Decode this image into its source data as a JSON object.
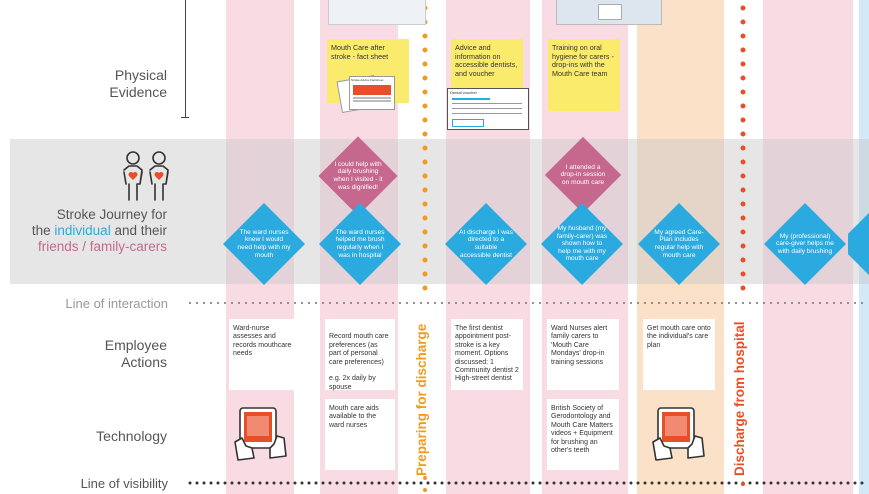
{
  "colors": {
    "pink_column": "#f9dbe4",
    "orange_column": "#fbe1c8",
    "blue_column": "#d3e9f7",
    "grey_band": "#e6e6e6",
    "sticky": "#fbeb6c",
    "diamond_blue": "#2aaadf",
    "diamond_pink": "#c6688d",
    "label_text": "#555555",
    "accent_blue": "#2aaadf",
    "accent_pink": "#c6688d",
    "orange_line": "#f29a1f",
    "red_line": "#e84e27"
  },
  "row_labels": {
    "physical_evidence": "Physical Evidence",
    "stroke_journey_line1": "Stroke Journey for",
    "stroke_journey_the": "the ",
    "stroke_journey_individual": "individual",
    "stroke_journey_and": " and their",
    "stroke_journey_friends": "friends / family-carers",
    "line_of_interaction": "Line of interaction",
    "employee_actions": "Employee Actions",
    "technology": "Technology",
    "line_of_visibility": "Line of visibility"
  },
  "icons": {
    "people": "two-people-with-hearts-icon",
    "tablet": "hand-holding-tablet-icon",
    "fact_sheet": "fact-sheet-documents-icon",
    "voucher": "dental-voucher-icon"
  },
  "physical_evidence": [
    "Mouth Care after stroke - fact sheet",
    "Advice and information on accessible dentists, and voucher",
    "Training on oral hygiene for carers - drop-ins with the Mouth Care team"
  ],
  "pink_diamonds": [
    "I could help with daily brushing when I visited - it was dignified!",
    "I attended a drop-in session on mouth care"
  ],
  "blue_diamonds": [
    "The ward nurses knew I would need help with my mouth",
    "The ward nurses helped me brush regularly when I was in hospital",
    "At discharge I was directed to a suitable accessible dentist",
    "My husband (my family-carer) was shown how to help me with my mouth care",
    "My agreed Care-Plan includes regular help with mouth care",
    "My (professional) care-giver helps me with daily brushing"
  ],
  "employee_actions": [
    "Ward-nurse assesses and records mouthcare needs",
    "Record mouth care preferences (as part of personal care preferences)\n\ne.g. 2x daily by spouse",
    "The first dentist appointment post-stroke is a key moment. Options discussed: 1 Community dentist 2 High-street dentist",
    "Ward Nurses alert family carers to 'Mouth Care Mondays' drop-in training sessions",
    "Get mouth care onto the individual's care plan"
  ],
  "technology": [
    "Mouth care aids available to the ward nurses",
    "British Society of Gerodontology and Mouth Care Matters videos + Equipment for brushing an other's teeth"
  ],
  "phase_labels": {
    "preparing": "Preparing for discharge",
    "discharge": "Discharge from hospital"
  },
  "fact_sheet_title": "Stroke Advice Factsheet",
  "voucher_title": "Dental voucher"
}
